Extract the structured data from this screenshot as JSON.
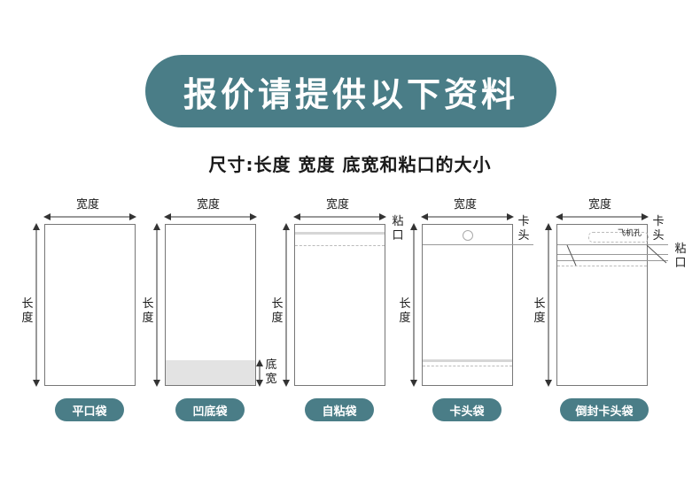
{
  "title": "报价请提供以下资料",
  "subtitle": "尺寸:长度 宽度 底宽和粘口的大小",
  "labels": {
    "width": "宽度",
    "length": "长度",
    "bottom_width": "底宽",
    "seal": "粘口",
    "header": "卡头",
    "hang_hole": "飞机孔"
  },
  "bags": [
    {
      "name": "平口袋"
    },
    {
      "name": "凹底袋"
    },
    {
      "name": "自粘袋"
    },
    {
      "name": "卡头袋"
    },
    {
      "name": "倒封卡头袋"
    }
  ],
  "colors": {
    "accent": "#4a7d87",
    "bottom_fill": "#e3e3e3"
  }
}
